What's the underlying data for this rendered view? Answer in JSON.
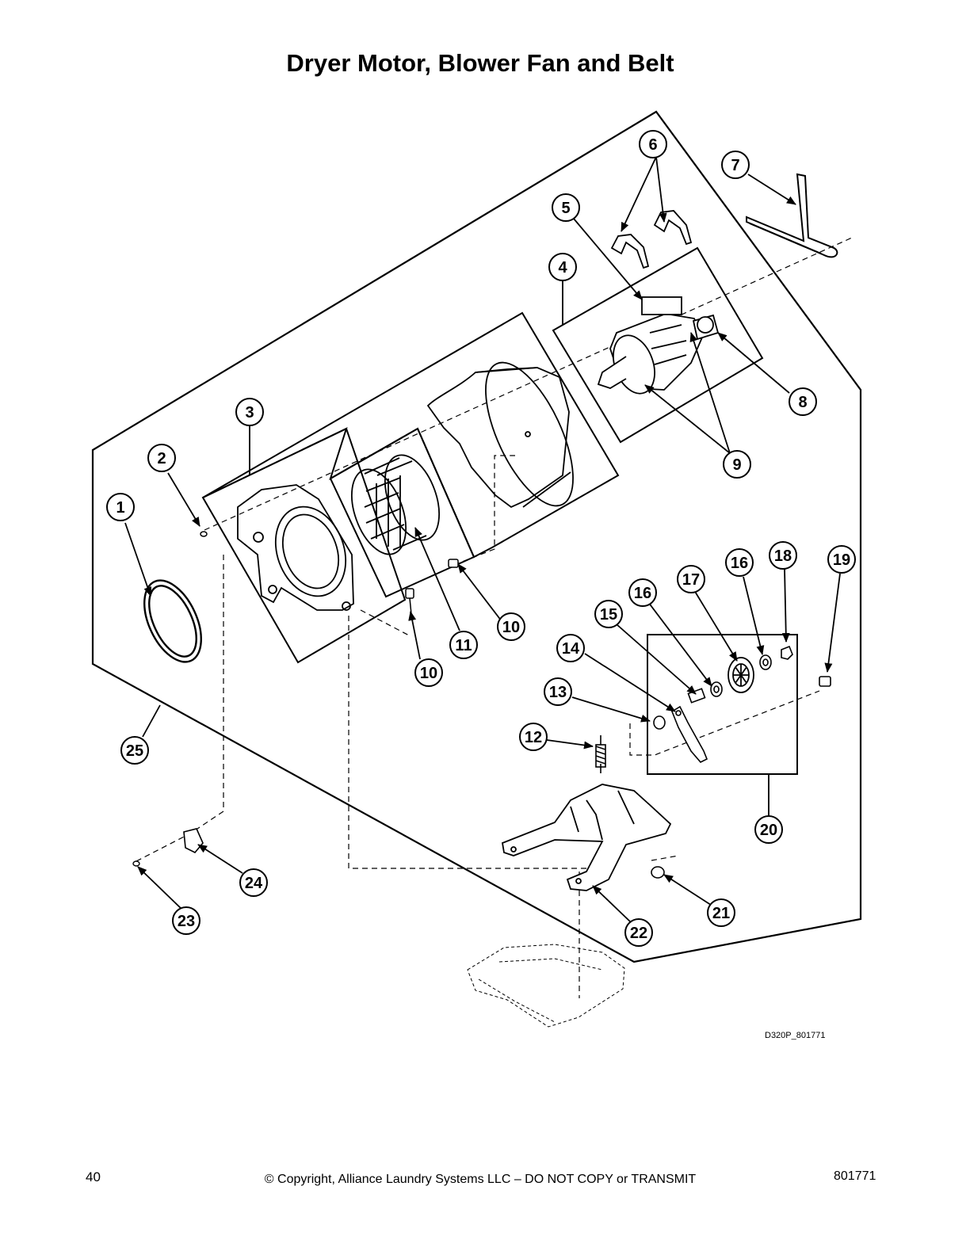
{
  "title": "Dryer Motor, Blower Fan and Belt",
  "drawing_code": "D320P_801771",
  "footer": {
    "page_number": "40",
    "copyright": "© Copyright, Alliance Laundry Systems LLC – DO NOT COPY or TRANSMIT",
    "document_number": "801771"
  },
  "callouts": [
    "1",
    "2",
    "3",
    "4",
    "5",
    "6",
    "7",
    "8",
    "9",
    "10",
    "10",
    "11",
    "12",
    "13",
    "14",
    "15",
    "16",
    "16",
    "17",
    "18",
    "19",
    "20",
    "21",
    "22",
    "23",
    "24",
    "25"
  ]
}
